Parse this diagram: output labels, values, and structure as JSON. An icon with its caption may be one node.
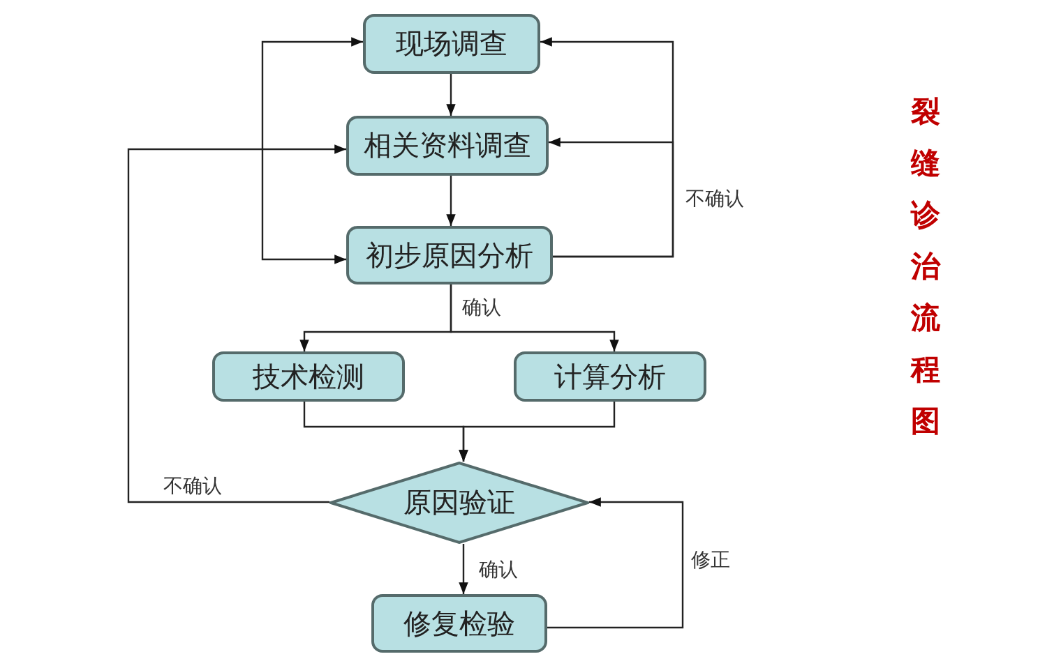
{
  "diagram": {
    "title": "裂缝诊治流程图",
    "nodes": [
      {
        "text": [
          "现场调查"
        ]
      },
      {
        "text": [
          "相关资料调查"
        ]
      },
      {
        "text": [
          "初步原因分析"
        ]
      },
      {
        "text": [
          "技术检测"
        ]
      },
      {
        "text": [
          "计算分析"
        ]
      },
      {
        "text": [
          "原因验证"
        ]
      },
      {
        "text": [
          "修复检验"
        ]
      }
    ],
    "edges": [
      {
        "from": 0,
        "to": 1,
        "arrow": "to"
      },
      {
        "from": 1,
        "to": 2,
        "arrow": "to"
      },
      {
        "from": 2,
        "to": 0,
        "arrow": "to",
        "label": "不确认"
      },
      {
        "from": 2,
        "to": 1,
        "arrow": "to"
      },
      {
        "from": 0,
        "to": 2,
        "arrow": "both"
      },
      {
        "from": 2,
        "to": 3,
        "arrow": "to",
        "label": "确认"
      },
      {
        "from": 2,
        "to": 4,
        "arrow": "to"
      },
      {
        "from": 3,
        "to": 5,
        "arrow": "to"
      },
      {
        "from": 4,
        "to": 5,
        "arrow": "to"
      },
      {
        "from": 5,
        "to": 1,
        "arrow": "to",
        "label": "不确认"
      },
      {
        "from": 5,
        "to": 6,
        "arrow": "to",
        "label": "确认"
      },
      {
        "from": 6,
        "to": 5,
        "arrow": "to",
        "label": "修正"
      }
    ]
  }
}
